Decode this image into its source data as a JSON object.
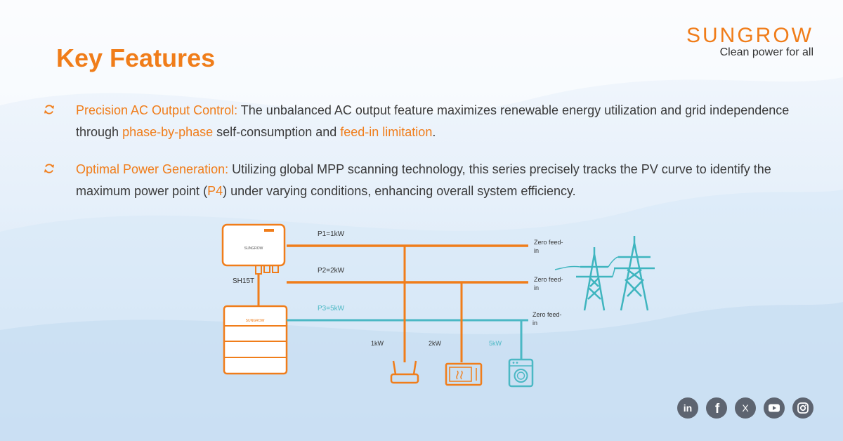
{
  "header": {
    "title": "Key Features",
    "brand_name": "SUNGROW",
    "brand_tagline": "Clean power for all"
  },
  "colors": {
    "accent": "#f07d1a",
    "teal": "#4bb8c4",
    "tower": "#3fb5bf",
    "body_text": "#3a3a3a",
    "social_bg": "#5d6470"
  },
  "features": [
    {
      "title": "Precision AC Output Control:",
      "t1": " The unbalanced AC output feature maximizes renewable energy utilization and grid independence through ",
      "h1": "phase-by-phase",
      "t2": " self-consumption and ",
      "h2": "feed-in limitation",
      "t3": "."
    },
    {
      "title": "Optimal Power Generation:",
      "t1": " Utilizing global MPP scanning technology, this series precisely tracks the PV curve to identify the maximum power point (",
      "h1": "P4",
      "t2": ") under varying conditions, enhancing overall system efficiency."
    }
  ],
  "diagram": {
    "inverter_model": "SH15T",
    "inverter_logo": "SUNGROW",
    "battery_logo": "SUNGROW",
    "phases": [
      {
        "label": "P1=1kW",
        "zero_line1": "Zero feed-",
        "zero_line2": "in",
        "color": "#f07d1a"
      },
      {
        "label": "P2=2kW",
        "zero_line1": "Zero feed-",
        "zero_line2": "in",
        "color": "#f07d1a"
      },
      {
        "label": "P3=5kW",
        "zero_line1": "Zero feed-",
        "zero_line2": "in",
        "color": "#4bb8c4"
      }
    ],
    "loads": [
      {
        "label": "1kW",
        "icon": "router-icon"
      },
      {
        "label": "2kW",
        "icon": "microwave-icon"
      },
      {
        "label": "5kW",
        "icon": "washing-machine-icon"
      }
    ]
  },
  "social": [
    {
      "name": "linkedin",
      "glyph": "in"
    },
    {
      "name": "facebook",
      "glyph": "f"
    },
    {
      "name": "x",
      "glyph": "X"
    },
    {
      "name": "youtube",
      "glyph": "youtube"
    },
    {
      "name": "instagram",
      "glyph": "instagram"
    }
  ]
}
